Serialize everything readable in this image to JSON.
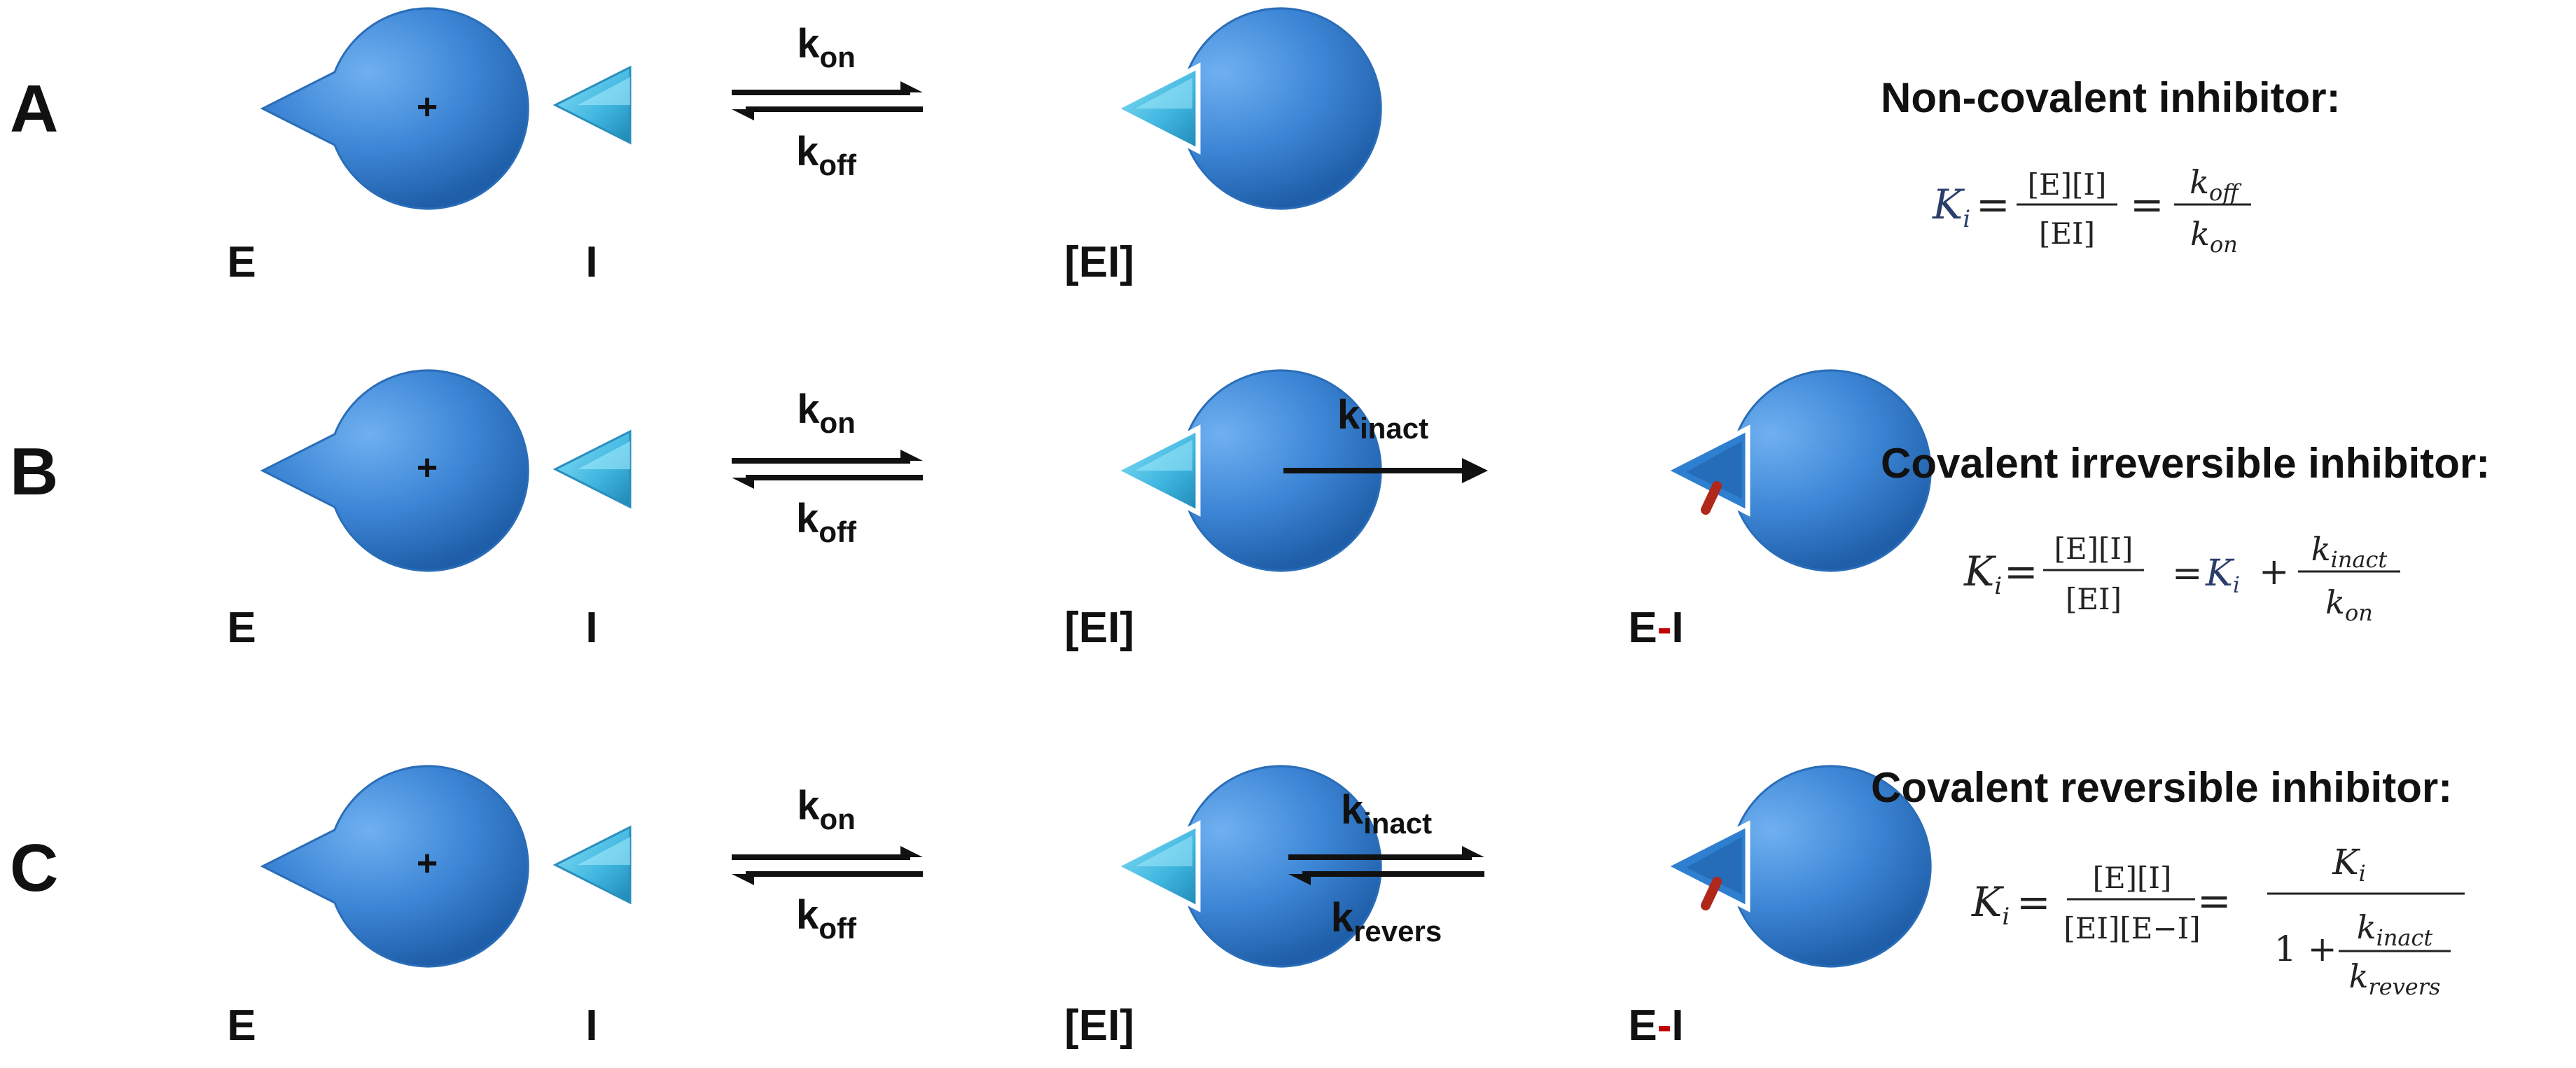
{
  "colors": {
    "enzyme": "#3d86d6",
    "inhibitor": "#3fb6e0",
    "covalent_bond": "#b0281a",
    "bond_dash": "#c00000",
    "text": "#111111"
  },
  "panels": [
    {
      "letter": "A",
      "plus": "+",
      "species": {
        "enzyme": "E",
        "inhibitor": "I",
        "complex": "[EI]"
      },
      "step1": {
        "forward": "k",
        "forward_sub": "on",
        "reverse": "k",
        "reverse_sub": "off"
      },
      "title": "Non-covalent inhibitor:",
      "equation": {
        "lhs": "K",
        "lhs_sub": "i",
        "frac1_num": "[E][I]",
        "frac1_den": "[EI]",
        "frac2_num": "k",
        "frac2_num_sub": "off",
        "frac2_den": "k",
        "frac2_den_sub": "on"
      }
    },
    {
      "letter": "B",
      "plus": "+",
      "species": {
        "enzyme": "E",
        "inhibitor": "I",
        "complex": "[EI]",
        "adduct_left": "E",
        "adduct_dash": "-",
        "adduct_right": "I"
      },
      "step1": {
        "forward": "k",
        "forward_sub": "on",
        "reverse": "k",
        "reverse_sub": "off"
      },
      "step2": {
        "forward": "k",
        "forward_sub": "inact"
      },
      "title": "Covalent irreversible inhibitor:",
      "equation": {
        "lhs": "K",
        "lhs_sub": "i",
        "frac1_num": "[E][I]",
        "frac1_den": "[EI]",
        "mid": "K",
        "mid_sub": "i",
        "frac2_num": "k",
        "frac2_num_sub": "inact",
        "frac2_den": "k",
        "frac2_den_sub": "on"
      }
    },
    {
      "letter": "C",
      "plus": "+",
      "species": {
        "enzyme": "E",
        "inhibitor": "I",
        "complex": "[EI]",
        "adduct_left": "E",
        "adduct_dash": "-",
        "adduct_right": "I"
      },
      "step1": {
        "forward": "k",
        "forward_sub": "on",
        "reverse": "k",
        "reverse_sub": "off"
      },
      "step2": {
        "forward": "k",
        "forward_sub": "inact",
        "reverse": "k",
        "reverse_sub": "revers"
      },
      "title": "Covalent reversible inhibitor:",
      "equation": {
        "lhs": "K",
        "lhs_sub": "i",
        "frac1_num": "[E][I]",
        "frac1_den": "[EI][E−I]",
        "frac2_num": "K",
        "frac2_num_sub": "i",
        "den_one": "1 +",
        "inner_num": "k",
        "inner_num_sub": "inact",
        "inner_den": "k",
        "inner_den_sub": "revers"
      }
    }
  ]
}
